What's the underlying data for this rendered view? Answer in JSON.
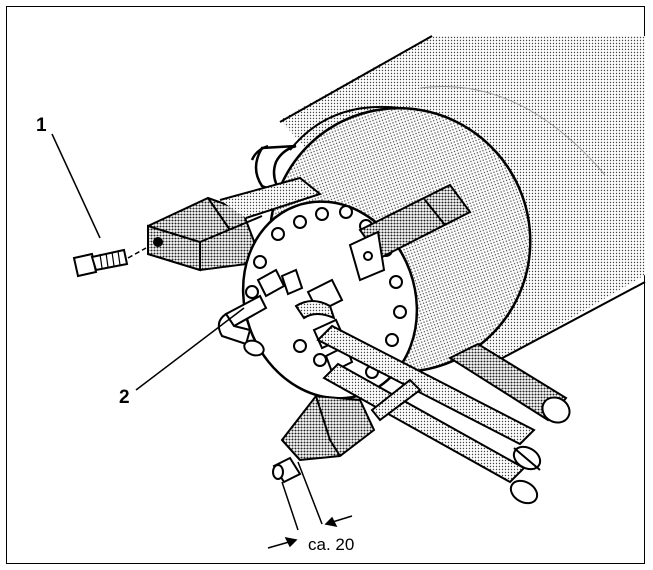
{
  "callouts": {
    "one": "1",
    "two": "2"
  },
  "dimension": {
    "text": "ca. 20"
  }
}
